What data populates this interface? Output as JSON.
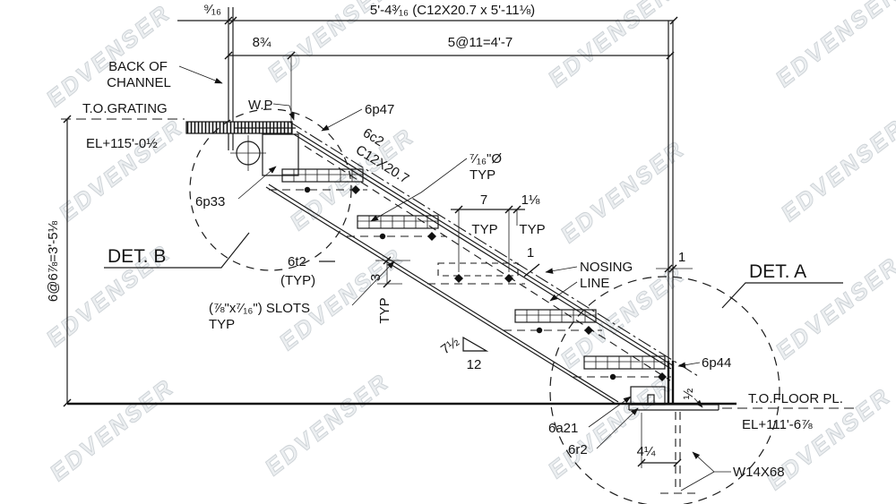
{
  "watermark": {
    "text": "EDVENSER"
  },
  "dims": {
    "overall_top": "5'-4³⁄₁₆ (C12X20.7 x 5'-11⅛)",
    "offset_916": "⁹⁄₁₆",
    "offset_834": "8¾",
    "tread_spacing": "5@11=4'-7",
    "riser_total": "6@6⅞=3'-5⅛",
    "tread_depth_7": "7",
    "tread_typ": "TYP",
    "nosing_118": "1⅛",
    "nosing_typ": "TYP",
    "dim_3": "3",
    "dim_3_typ": "TYP",
    "nosing_offset_1": "1",
    "column_offset_1": "1",
    "slope_rise": "7½",
    "slope_run": "12",
    "plate_half": "½",
    "beam_offset": "4¼"
  },
  "labels": {
    "back_of_channel_1": "BACK OF",
    "back_of_channel_2": "CHANNEL",
    "to_grating": "T.O.GRATING",
    "el_grating": "EL+115'-0½",
    "work_point": "W.P",
    "plate_6p47": "6p47",
    "stringer_mark": "6c2",
    "stringer_size": "C12X20.7",
    "hole_dia": "⁷⁄₁₆\"Ø",
    "hole_typ": "TYP",
    "plate_6p33": "6p33",
    "detail_b": "DET. B",
    "tread_mark": "6t2",
    "tread_mark_typ": "(TYP)",
    "slots": "(⅞\"x⁷⁄₁₆\") SLOTS",
    "slots_typ": "TYP",
    "nosing_line_1": "NOSING",
    "nosing_line_2": "LINE",
    "detail_a": "DET. A",
    "plate_6p44": "6p44",
    "angle_6a21": "6a21",
    "rod_6r2": "6r2",
    "to_floor": "T.O.FLOOR PL.",
    "el_floor": "EL+111'-6⅞",
    "beam": "W14X68"
  }
}
